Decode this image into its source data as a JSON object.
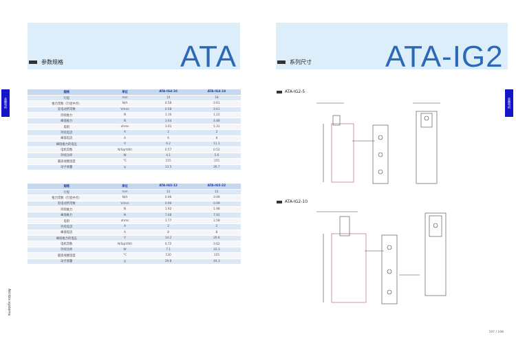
{
  "left_page": {
    "title": "ATA",
    "section": "参数规格",
    "side_tab": "音圈电机",
    "brand": "Akribis systems",
    "tables": [
      {
        "headers": [
          "规格",
          "单位",
          "ATA-IG4-10",
          "ATA-IG4-18"
        ],
        "rows": [
          [
            "行程",
            "mm",
            "10",
            "18"
          ],
          [
            "推力常数（行程中点）",
            "N/A",
            "0.58",
            "0.61"
          ],
          [
            "反电动势常数",
            "V/m/s",
            "0.58",
            "0.61"
          ],
          [
            "持续推力",
            "N",
            "1.16",
            "1.22"
          ],
          [
            "峰值推力",
            "N",
            "3.64",
            "4.88"
          ],
          [
            "电阻",
            "ohms",
            "1.01",
            "1.31"
          ],
          [
            "持续电流",
            "A",
            "2",
            "2"
          ],
          [
            "峰值电流",
            "A",
            "6",
            "8"
          ],
          [
            "峰值推力的电压",
            "V",
            "6.2",
            "11.1"
          ],
          [
            "电机常数",
            "N/Sqrt(W)",
            "0.57",
            "0.52"
          ],
          [
            "持续功率",
            "W",
            "4.1",
            "5.6"
          ],
          [
            "最高线圈温度",
            "°C",
            "155",
            "155"
          ],
          [
            "动子质量",
            "g",
            "13.5",
            "26.7"
          ]
        ]
      },
      {
        "headers": [
          "规格",
          "单位",
          "ATA-IG5-12",
          "ATA-IG5-22"
        ],
        "rows": [
          [
            "行程",
            "mm",
            "12",
            "22"
          ],
          [
            "推力常数（行程中点）",
            "N/A",
            "0.96",
            "0.99"
          ],
          [
            "反电动势常数",
            "V/m/s",
            "0.96",
            "0.99"
          ],
          [
            "持续推力",
            "N",
            "1.92",
            "1.98"
          ],
          [
            "峰值推力",
            "N",
            "7.68",
            "7.92"
          ],
          [
            "电阻",
            "ohms",
            "1.77",
            "2.58"
          ],
          [
            "持续电流",
            "A",
            "2",
            "2"
          ],
          [
            "峰值电流",
            "A",
            "8",
            "8"
          ],
          [
            "峰值推力的电压",
            "V",
            "14.2",
            "20.6"
          ],
          [
            "电机常数",
            "N/Sqrt(W)",
            "0.72",
            "0.62"
          ],
          [
            "持续功率",
            "W",
            "7.1",
            "10.3"
          ],
          [
            "最高线圈温度",
            "°C",
            "130",
            "155"
          ],
          [
            "动子质量",
            "g",
            "29.8",
            "44.3"
          ]
        ]
      }
    ]
  },
  "right_page": {
    "title": "ATA-IG2",
    "section": "系列尺寸",
    "side_tab": "音圈电机",
    "page_number": "197 / 198",
    "drawings": [
      {
        "label": "ATA-IG2-5"
      },
      {
        "label": "ATA-IG2-10"
      }
    ]
  }
}
